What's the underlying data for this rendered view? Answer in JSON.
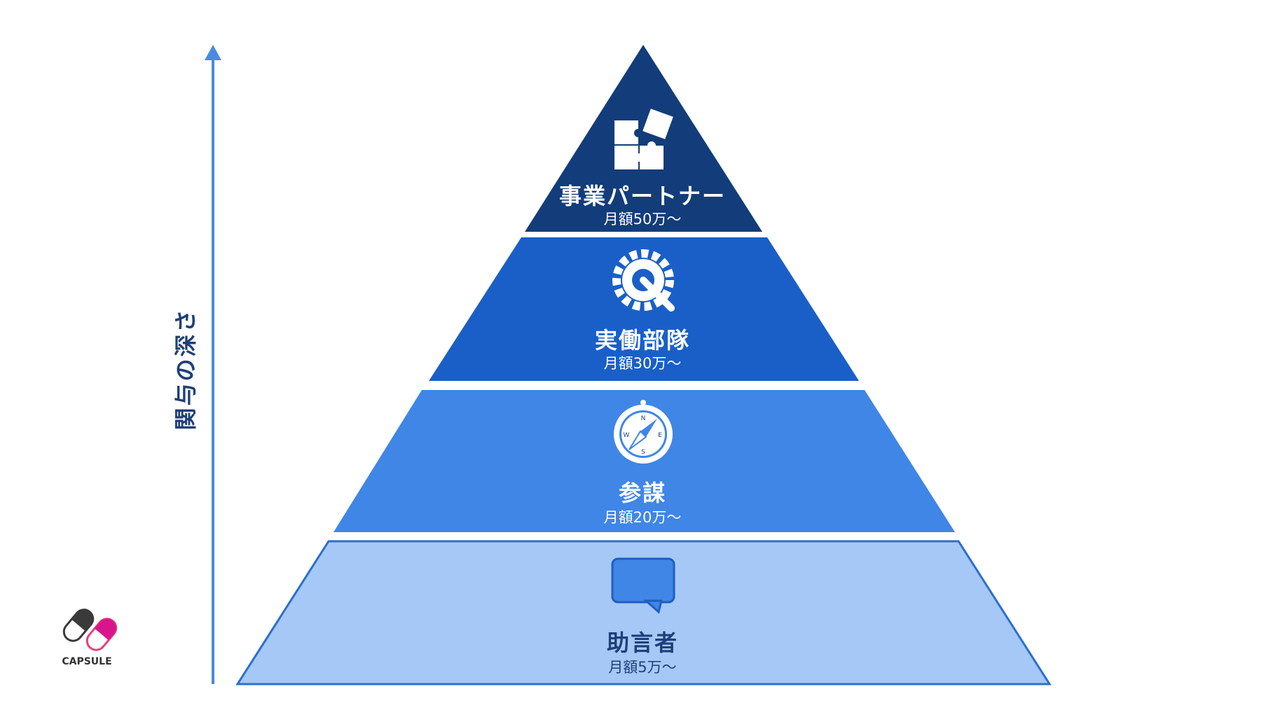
{
  "axis": {
    "label": "関与の深さ"
  },
  "tiers": [
    {
      "title": "事業パートナー",
      "price": "月額50万〜",
      "icon": "puzzle-icon",
      "color": "#123d7a"
    },
    {
      "title": "実働部隊",
      "price": "月額30万〜",
      "icon": "gear-wrench-icon",
      "color": "#1a5fc8"
    },
    {
      "title": "参謀",
      "price": "月額20万〜",
      "icon": "compass-icon",
      "color": "#3f86e6"
    },
    {
      "title": "助言者",
      "price": "月額5万〜",
      "icon": "speech-bubble-icon",
      "color": "#a6c8f6"
    }
  ],
  "logo": {
    "text": "CAPSULE"
  }
}
